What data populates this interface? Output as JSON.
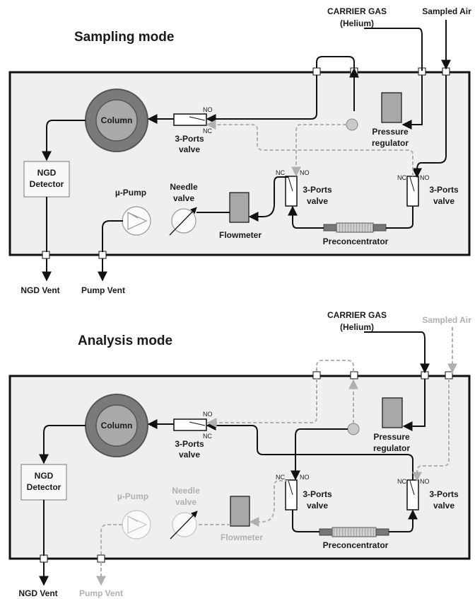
{
  "sampling": {
    "title": "Sampling mode",
    "carrier_gas": "CARRIER GAS",
    "helium": "(Helium)",
    "sampled_air": "Sampled Air",
    "column": "Column",
    "no": "NO",
    "nc": "NC",
    "valve_top_1": "3-Ports",
    "valve_top_2": "valve",
    "pressure_1": "Pressure",
    "pressure_2": "regulator",
    "detector_1": "NGD",
    "detector_2": "Detector",
    "pump": "µ-Pump",
    "needle_1": "Needle",
    "needle_2": "valve",
    "flowmeter": "Flowmeter",
    "valve_mid_1": "3-Ports",
    "valve_mid_2": "valve",
    "valve_right_1": "3-Ports",
    "valve_right_2": "valve",
    "preconcentrator": "Preconcentrator",
    "ngd_vent": "NGD Vent",
    "pump_vent": "Pump Vent"
  },
  "analysis": {
    "title": "Analysis mode",
    "carrier_gas": "CARRIER GAS",
    "helium": "(Helium)",
    "sampled_air": "Sampled Air",
    "column": "Column",
    "no": "NO",
    "nc": "NC",
    "valve_top_1": "3-Ports",
    "valve_top_2": "valve",
    "pressure_1": "Pressure",
    "pressure_2": "regulator",
    "detector_1": "NGD",
    "detector_2": "Detector",
    "pump": "µ-Pump",
    "needle_1": "Needle",
    "needle_2": "valve",
    "flowmeter": "Flowmeter",
    "valve_mid_1": "3-Ports",
    "valve_mid_2": "valve",
    "valve_right_1": "3-Ports",
    "valve_right_2": "valve",
    "preconcentrator": "Preconcentrator",
    "ngd_vent": "NGD Vent",
    "pump_vent": "Pump Vent"
  },
  "colors": {
    "active_flow": "#111111",
    "inactive_flow": "#b0b0b0",
    "panel_fill": "#efefef"
  }
}
